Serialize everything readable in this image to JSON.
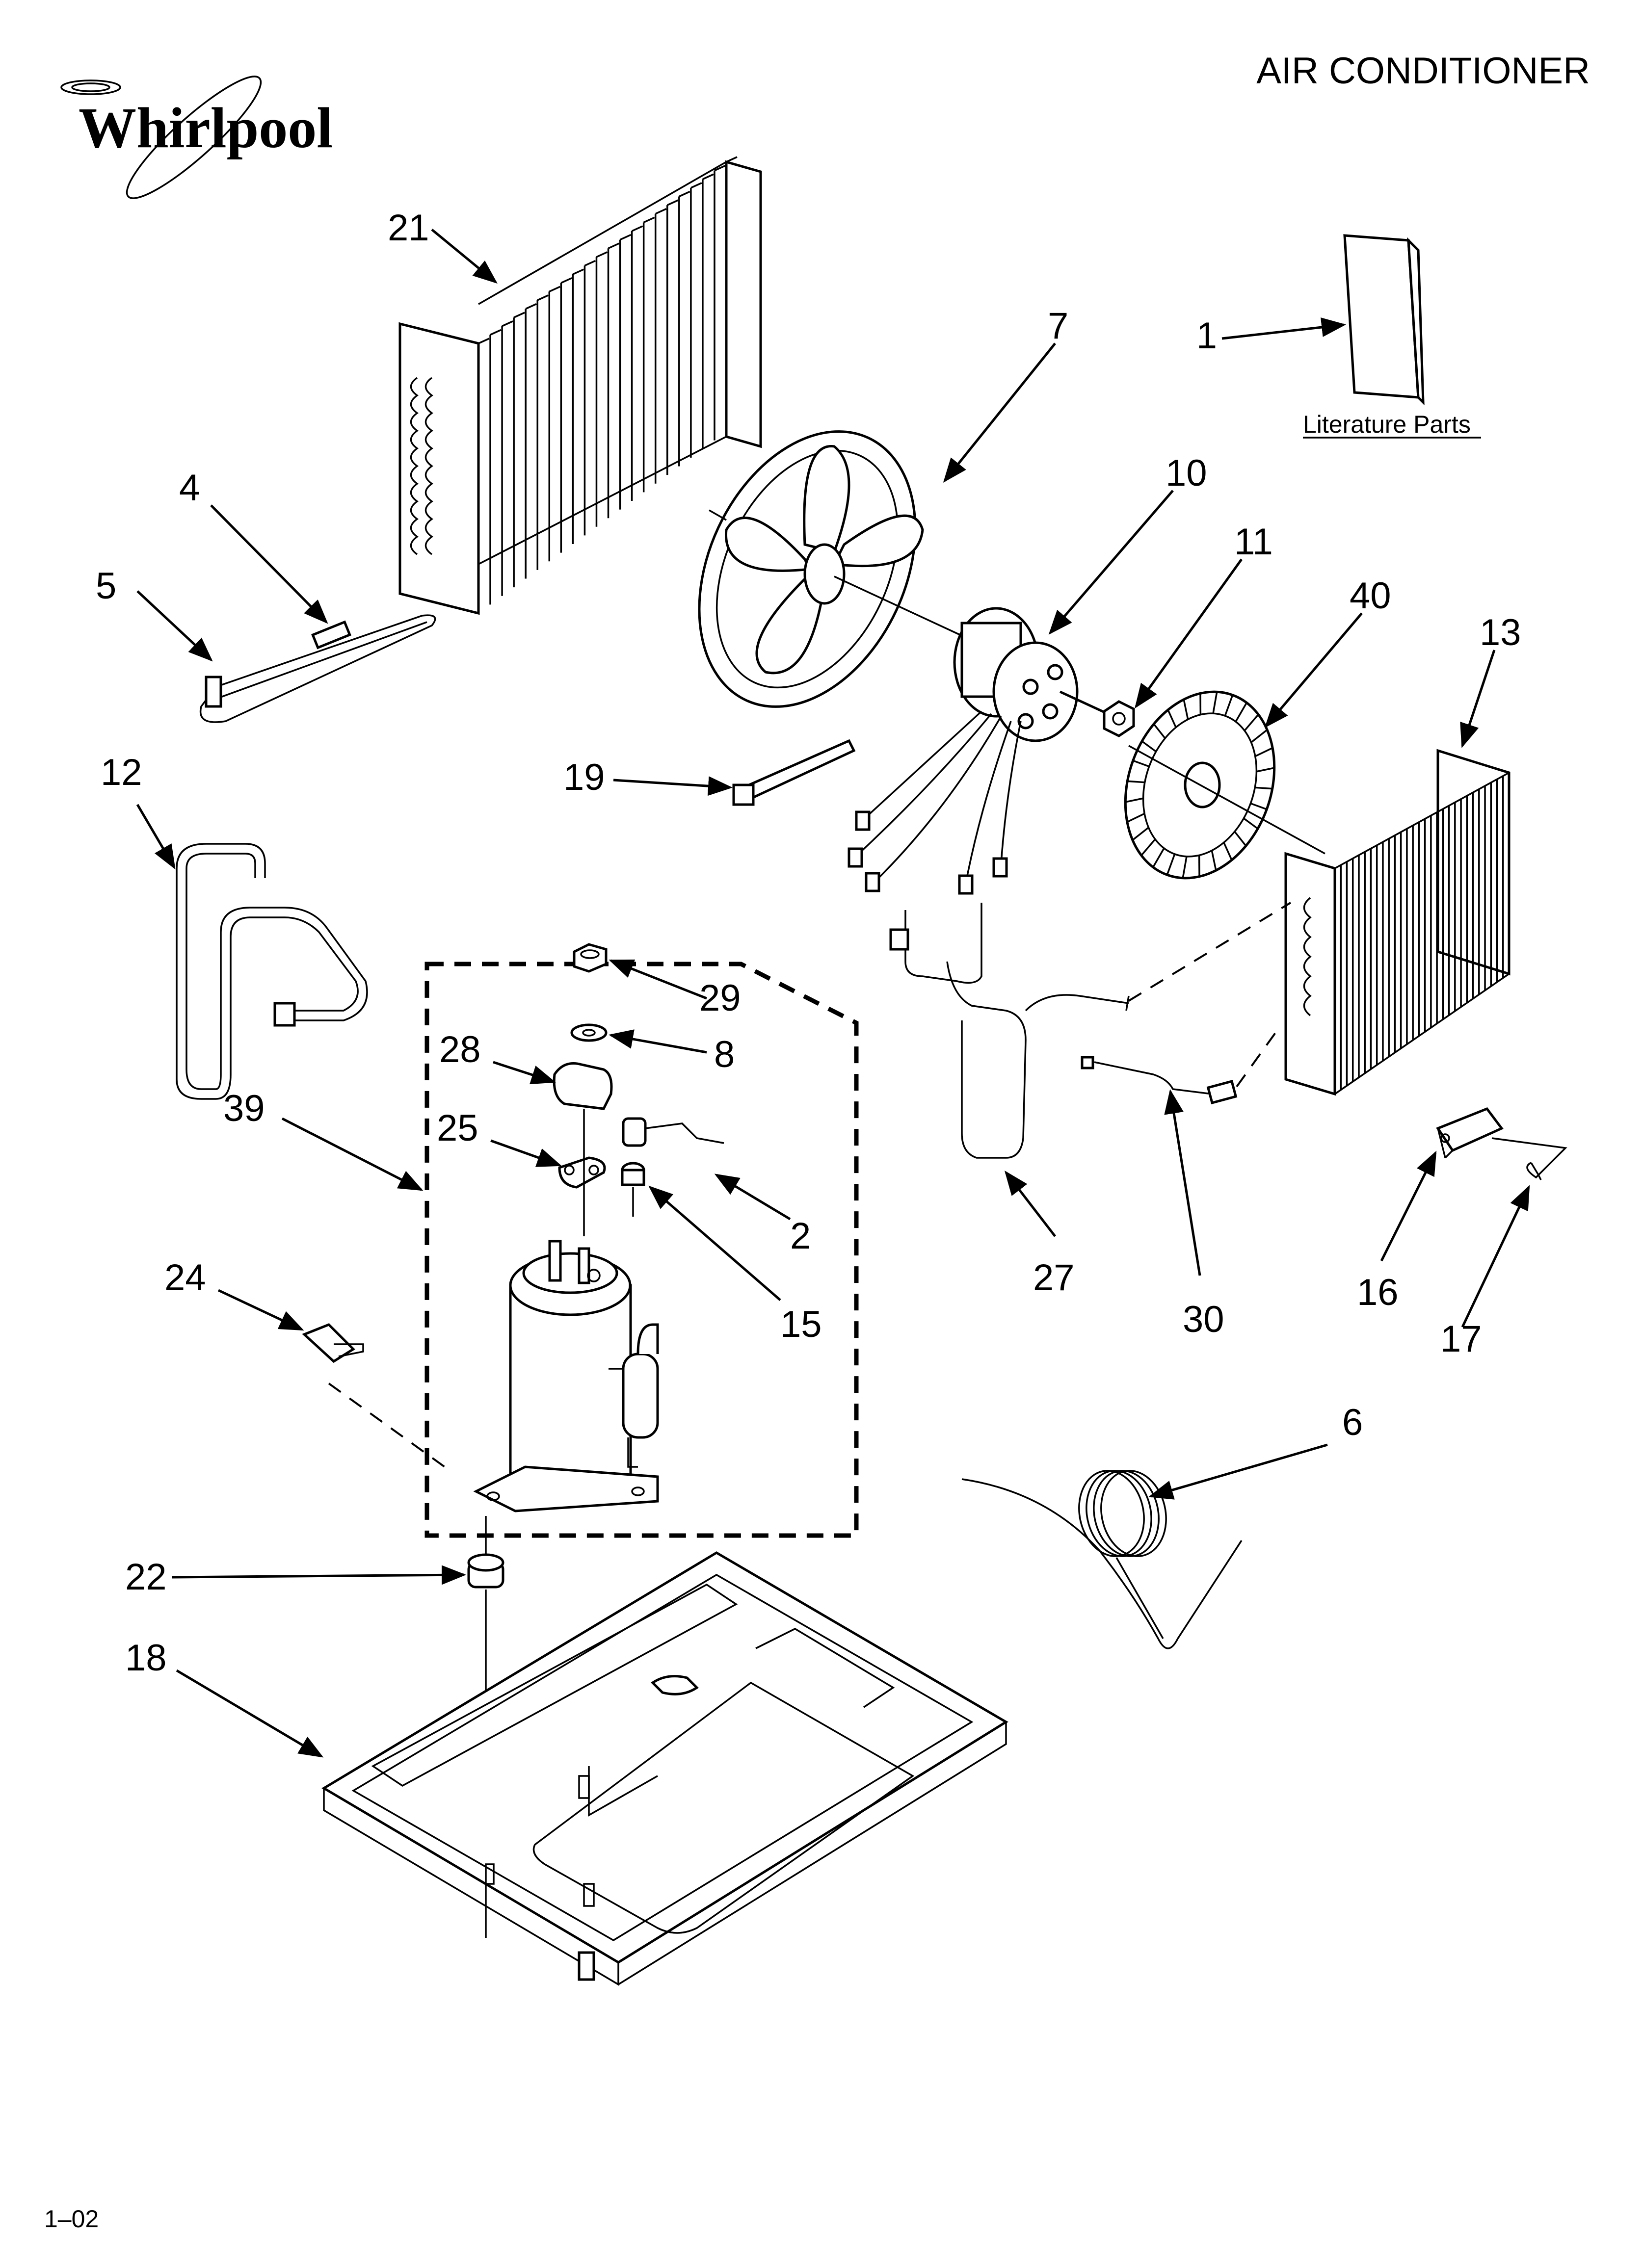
{
  "brand": "Whirlpool",
  "header": {
    "title": "AIR CONDITIONER"
  },
  "literature": {
    "label": "Literature Parts"
  },
  "footer": {
    "code": "1–02"
  },
  "callouts": {
    "c1": "1",
    "c2": "2",
    "c4": "4",
    "c5": "5",
    "c6": "6",
    "c7": "7",
    "c8": "8",
    "c10": "10",
    "c11": "11",
    "c12": "12",
    "c13": "13",
    "c15": "15",
    "c16": "16",
    "c17": "17",
    "c18": "18",
    "c19": "19",
    "c21": "21",
    "c22": "22",
    "c24": "24",
    "c25": "25",
    "c27": "27",
    "c28": "28",
    "c29": "29",
    "c30": "30",
    "c39": "39",
    "c40": "40"
  },
  "icons": {
    "logo": "whirlpool-swirl-logo"
  }
}
